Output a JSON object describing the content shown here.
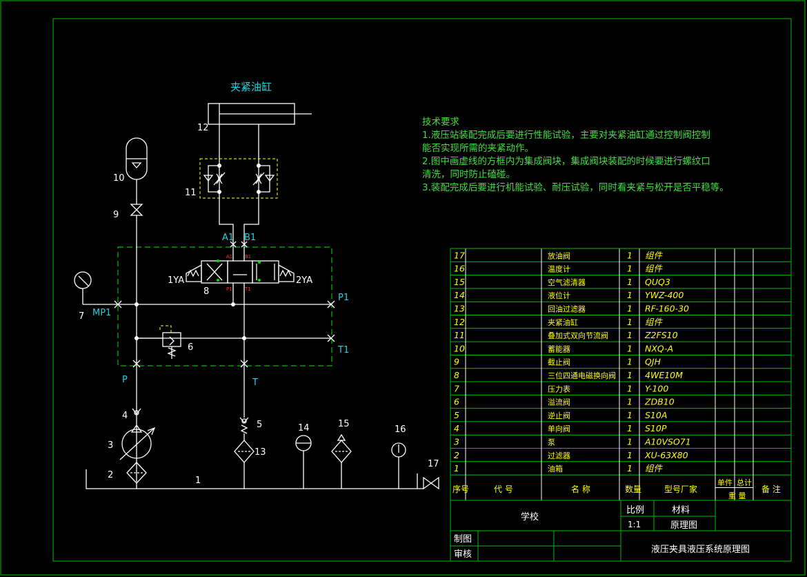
{
  "diagram": {
    "title": "夹紧油缸",
    "numbers": [
      "1",
      "2",
      "3",
      "4",
      "5",
      "6",
      "7",
      "8",
      "9",
      "10",
      "11",
      "12",
      "13",
      "14",
      "15",
      "16",
      "17"
    ],
    "ports": {
      "A1": "A1",
      "B1": "B1",
      "P1": "P1",
      "T1": "T1",
      "MP1": "MP1",
      "P": "P",
      "T": "T",
      "ya1": "1YA",
      "ya2": "2YA"
    },
    "small_ports": {
      "a": "A1",
      "b": "B1",
      "p": "P1",
      "t": "T1"
    }
  },
  "tech": {
    "heading": "技术要求",
    "lines": [
      "1.液压站装配完成后要进行性能试验，主要对夹紧油缸通过控制阀控制",
      "能否实现所需的夹紧动作。",
      "2.图中画虚线的方框内为集成阀块，集成阀块装配的时候要进行螺纹口",
      "清洗，同时防止磕碰。",
      "3.装配完成后要进行机能试验、耐压试验，同时看夹紧与松开是否平稳等。"
    ]
  },
  "parts": {
    "rows": [
      {
        "no": "17",
        "name": "放油阀",
        "qty": "1",
        "model": "组件"
      },
      {
        "no": "16",
        "name": "温度计",
        "qty": "1",
        "model": "组件"
      },
      {
        "no": "15",
        "name": "空气滤清器",
        "qty": "1",
        "model": "QUQ3"
      },
      {
        "no": "14",
        "name": "液位计",
        "qty": "1",
        "model": "YWZ-400"
      },
      {
        "no": "13",
        "name": "回油过滤器",
        "qty": "1",
        "model": "RF-160-30"
      },
      {
        "no": "12",
        "name": "夹紧油缸",
        "qty": "1",
        "model": "组件"
      },
      {
        "no": "11",
        "name": "叠加式双向节流阀",
        "qty": "1",
        "model": "Z2FS10"
      },
      {
        "no": "10",
        "name": "蓄能器",
        "qty": "1",
        "model": "NXQ-A"
      },
      {
        "no": "9",
        "name": "截止阀",
        "qty": "1",
        "model": "QJH"
      },
      {
        "no": "8",
        "name": "三位四通电磁换向阀",
        "qty": "1",
        "model": "4WE10M"
      },
      {
        "no": "7",
        "name": "压力表",
        "qty": "1",
        "model": "Y-100"
      },
      {
        "no": "6",
        "name": "溢流阀",
        "qty": "1",
        "model": "ZDB10"
      },
      {
        "no": "5",
        "name": "逆止阀",
        "qty": "1",
        "model": "S10A"
      },
      {
        "no": "4",
        "name": "单向阀",
        "qty": "1",
        "model": "S10P"
      },
      {
        "no": "3",
        "name": "泵",
        "qty": "1",
        "model": "A10VSO71"
      },
      {
        "no": "2",
        "name": "过滤器",
        "qty": "1",
        "model": "XU-63X80"
      },
      {
        "no": "1",
        "name": "油箱",
        "qty": "1",
        "model": "组件"
      }
    ],
    "header": {
      "no": "序号",
      "code": "代 号",
      "name": "名 称",
      "qty": "数量",
      "model": "型号厂家",
      "unit": "单件",
      "total": "总计",
      "weight": "重 量",
      "remark": "备 注"
    }
  },
  "titleblock": {
    "school": "学校",
    "scale_label": "比例",
    "scale": "1:1",
    "material_label": "材料",
    "drawing_type": "原理图",
    "drawn": "制图",
    "checked": "审核",
    "drawing_title": "液压夹具液压系统原理图"
  }
}
